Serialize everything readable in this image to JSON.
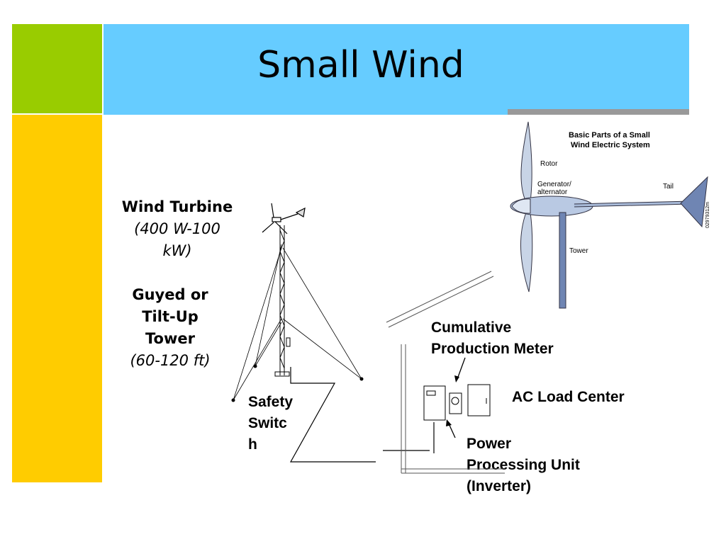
{
  "slide": {
    "title": "Small Wind",
    "colors": {
      "green": "#99cc00",
      "yellow": "#ffcc00",
      "blue": "#66ccff",
      "gray": "#999999"
    }
  },
  "left_text": {
    "turbine_title": "Wind Turbine",
    "turbine_range_1": "(400 W-100",
    "turbine_range_2": "kW)",
    "tower_title_1": "Guyed or",
    "tower_title_2": "Tilt-Up",
    "tower_title_3": "Tower",
    "tower_range": "(60-120 ft)"
  },
  "labels": {
    "safety_switch_1": "Safety",
    "safety_switch_2": "Switc",
    "safety_switch_3": "h",
    "meter_1": "Cumulative",
    "meter_2": "Production Meter",
    "ac_load": "AC Load Center",
    "ppu_1": "Power",
    "ppu_2": "Processing Unit",
    "ppu_3": "(Inverter)"
  },
  "inset": {
    "heading_1": "Basic Parts of a Small",
    "heading_2": "Wind Electric System",
    "rotor": "Rotor",
    "generator_1": "Generator/",
    "generator_2": "alternator",
    "tail": "Tail",
    "tower": "Tower",
    "code": "02979312m"
  }
}
